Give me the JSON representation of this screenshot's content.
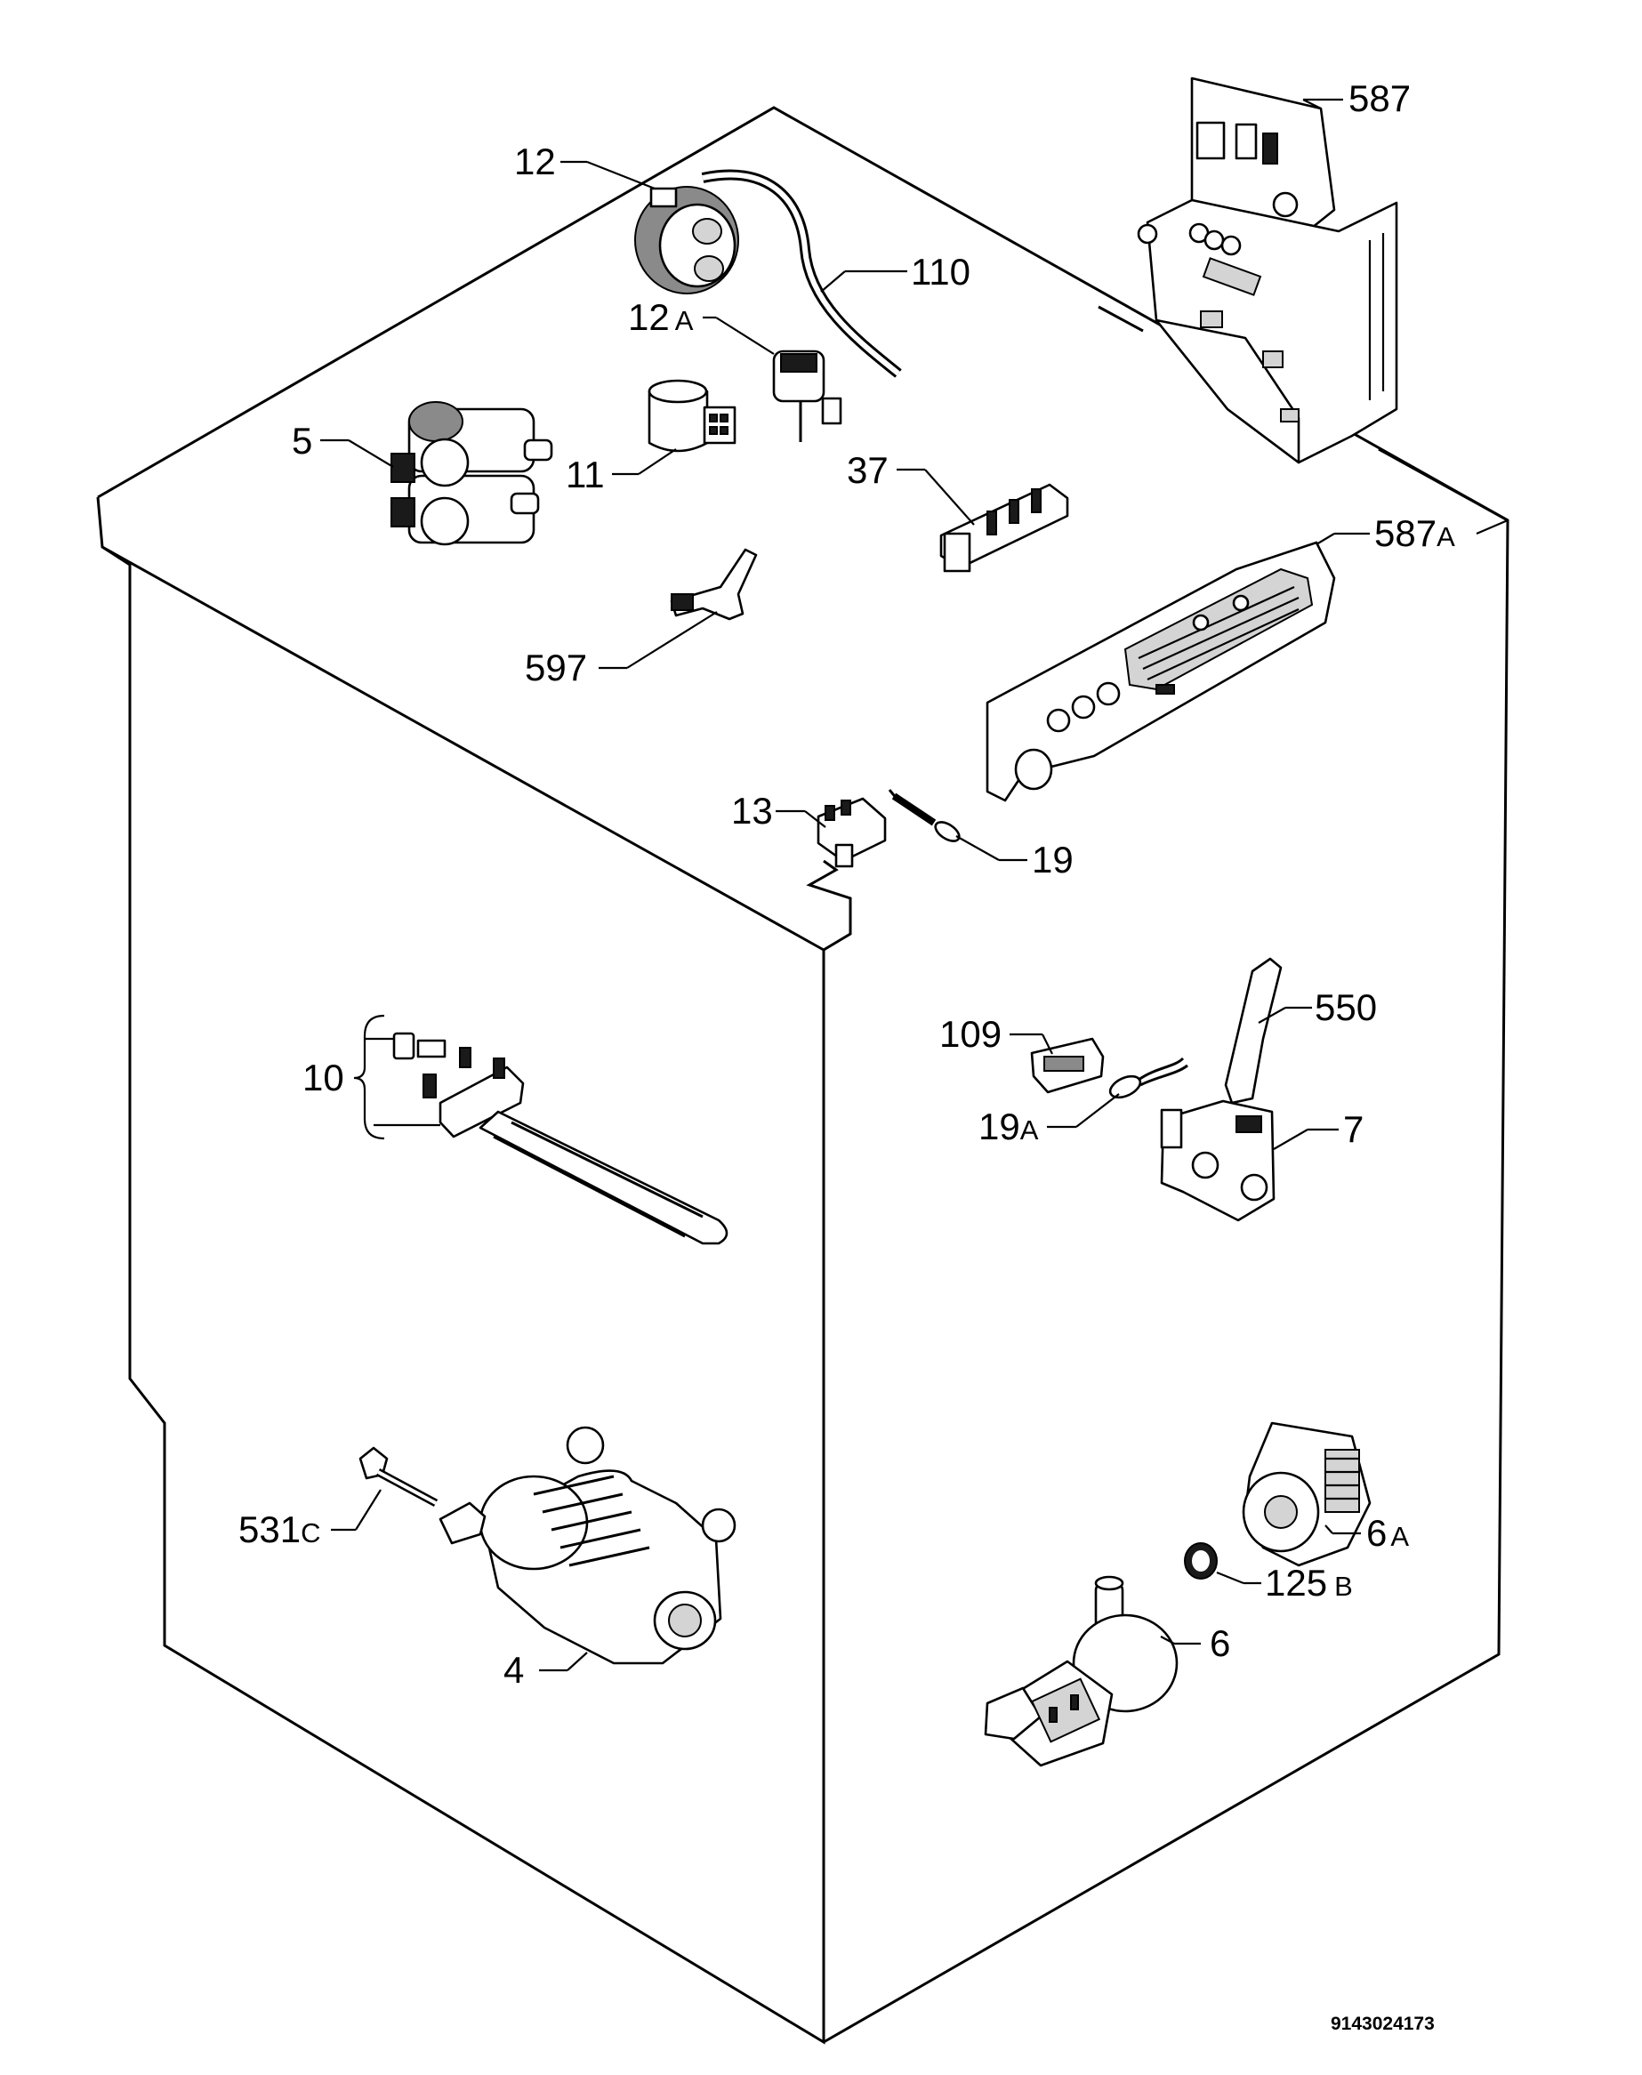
{
  "diagram": {
    "document_number": "9143024173",
    "callouts": [
      {
        "id": "587",
        "num": "587",
        "suffix": ""
      },
      {
        "id": "12",
        "num": "12",
        "suffix": ""
      },
      {
        "id": "110",
        "num": "110",
        "suffix": ""
      },
      {
        "id": "12a",
        "num": "12",
        "suffix": "A"
      },
      {
        "id": "5",
        "num": "5",
        "suffix": ""
      },
      {
        "id": "11",
        "num": "11",
        "suffix": ""
      },
      {
        "id": "37",
        "num": "37",
        "suffix": ""
      },
      {
        "id": "587a",
        "num": "587",
        "suffix": "A"
      },
      {
        "id": "597",
        "num": "597",
        "suffix": ""
      },
      {
        "id": "13",
        "num": "13",
        "suffix": ""
      },
      {
        "id": "19",
        "num": "19",
        "suffix": ""
      },
      {
        "id": "550",
        "num": "550",
        "suffix": ""
      },
      {
        "id": "109",
        "num": "109",
        "suffix": ""
      },
      {
        "id": "10",
        "num": "10",
        "suffix": ""
      },
      {
        "id": "19a",
        "num": "19",
        "suffix": "A"
      },
      {
        "id": "7",
        "num": "7",
        "suffix": ""
      },
      {
        "id": "531c",
        "num": "531",
        "suffix": "C"
      },
      {
        "id": "6a",
        "num": "6",
        "suffix": "A"
      },
      {
        "id": "125b",
        "num": "125",
        "suffix": "B"
      },
      {
        "id": "4",
        "num": "4",
        "suffix": ""
      },
      {
        "id": "6",
        "num": "6",
        "suffix": ""
      }
    ]
  }
}
